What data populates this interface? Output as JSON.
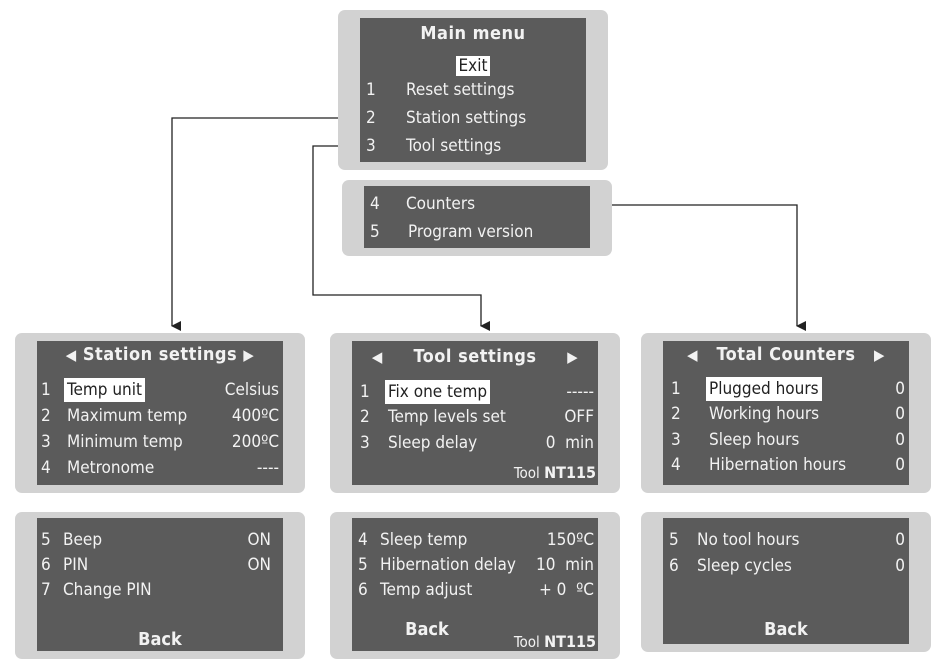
{
  "main_menu": {
    "title": "Main menu",
    "exit": "Exit",
    "items": [
      {
        "num": "1",
        "label": "Reset settings"
      },
      {
        "num": "2",
        "label": "Station settings"
      },
      {
        "num": "3",
        "label": "Tool settings"
      }
    ]
  },
  "main_menu_page2": {
    "items": [
      {
        "num": "4",
        "label": "Counters"
      },
      {
        "num": "5",
        "label": "Program version"
      }
    ]
  },
  "station_settings": {
    "title": "Station settings",
    "items": [
      {
        "num": "1",
        "label": "Temp unit",
        "value": "Celsius"
      },
      {
        "num": "2",
        "label": "Maximum temp",
        "value": "400ºC"
      },
      {
        "num": "3",
        "label": "Minimum temp",
        "value": "200ºC"
      },
      {
        "num": "4",
        "label": "Metronome",
        "value": "----"
      }
    ],
    "page2": [
      {
        "num": "5",
        "label": "Beep",
        "value": "ON"
      },
      {
        "num": "6",
        "label": "PIN",
        "value": "ON"
      },
      {
        "num": "7",
        "label": "Change PIN",
        "value": ""
      }
    ],
    "back": "Back"
  },
  "tool_settings": {
    "title": "Tool settings",
    "items": [
      {
        "num": "1",
        "label": "Fix one temp",
        "value": "-----"
      },
      {
        "num": "2",
        "label": "Temp levels set",
        "value": "OFF"
      },
      {
        "num": "3",
        "label": "Sleep delay",
        "value": "0  min"
      }
    ],
    "tool_prefix": "Tool",
    "tool_model": "NT115",
    "page2": [
      {
        "num": "4",
        "label": "Sleep temp",
        "value": "150ºC"
      },
      {
        "num": "5",
        "label": "Hibernation delay",
        "value": "10  min"
      },
      {
        "num": "6",
        "label": "Temp adjust",
        "value": "+ 0  ºC"
      }
    ],
    "back": "Back"
  },
  "total_counters": {
    "title": "Total Counters",
    "items": [
      {
        "num": "1",
        "label": "Plugged hours",
        "value": "0"
      },
      {
        "num": "2",
        "label": "Working hours",
        "value": "0"
      },
      {
        "num": "3",
        "label": "Sleep hours",
        "value": "0"
      },
      {
        "num": "4",
        "label": "Hibernation hours",
        "value": "0"
      }
    ],
    "page2": [
      {
        "num": "5",
        "label": "No tool hours",
        "value": "0"
      },
      {
        "num": "6",
        "label": "Sleep cycles",
        "value": "0"
      }
    ],
    "back": "Back"
  },
  "icons": {
    "left": "◀",
    "right": "▶"
  },
  "colors": {
    "screen": "#5b5b5b",
    "bezel": "#d2d2d2",
    "highlight": "#ffffff",
    "connector": "#222222"
  }
}
